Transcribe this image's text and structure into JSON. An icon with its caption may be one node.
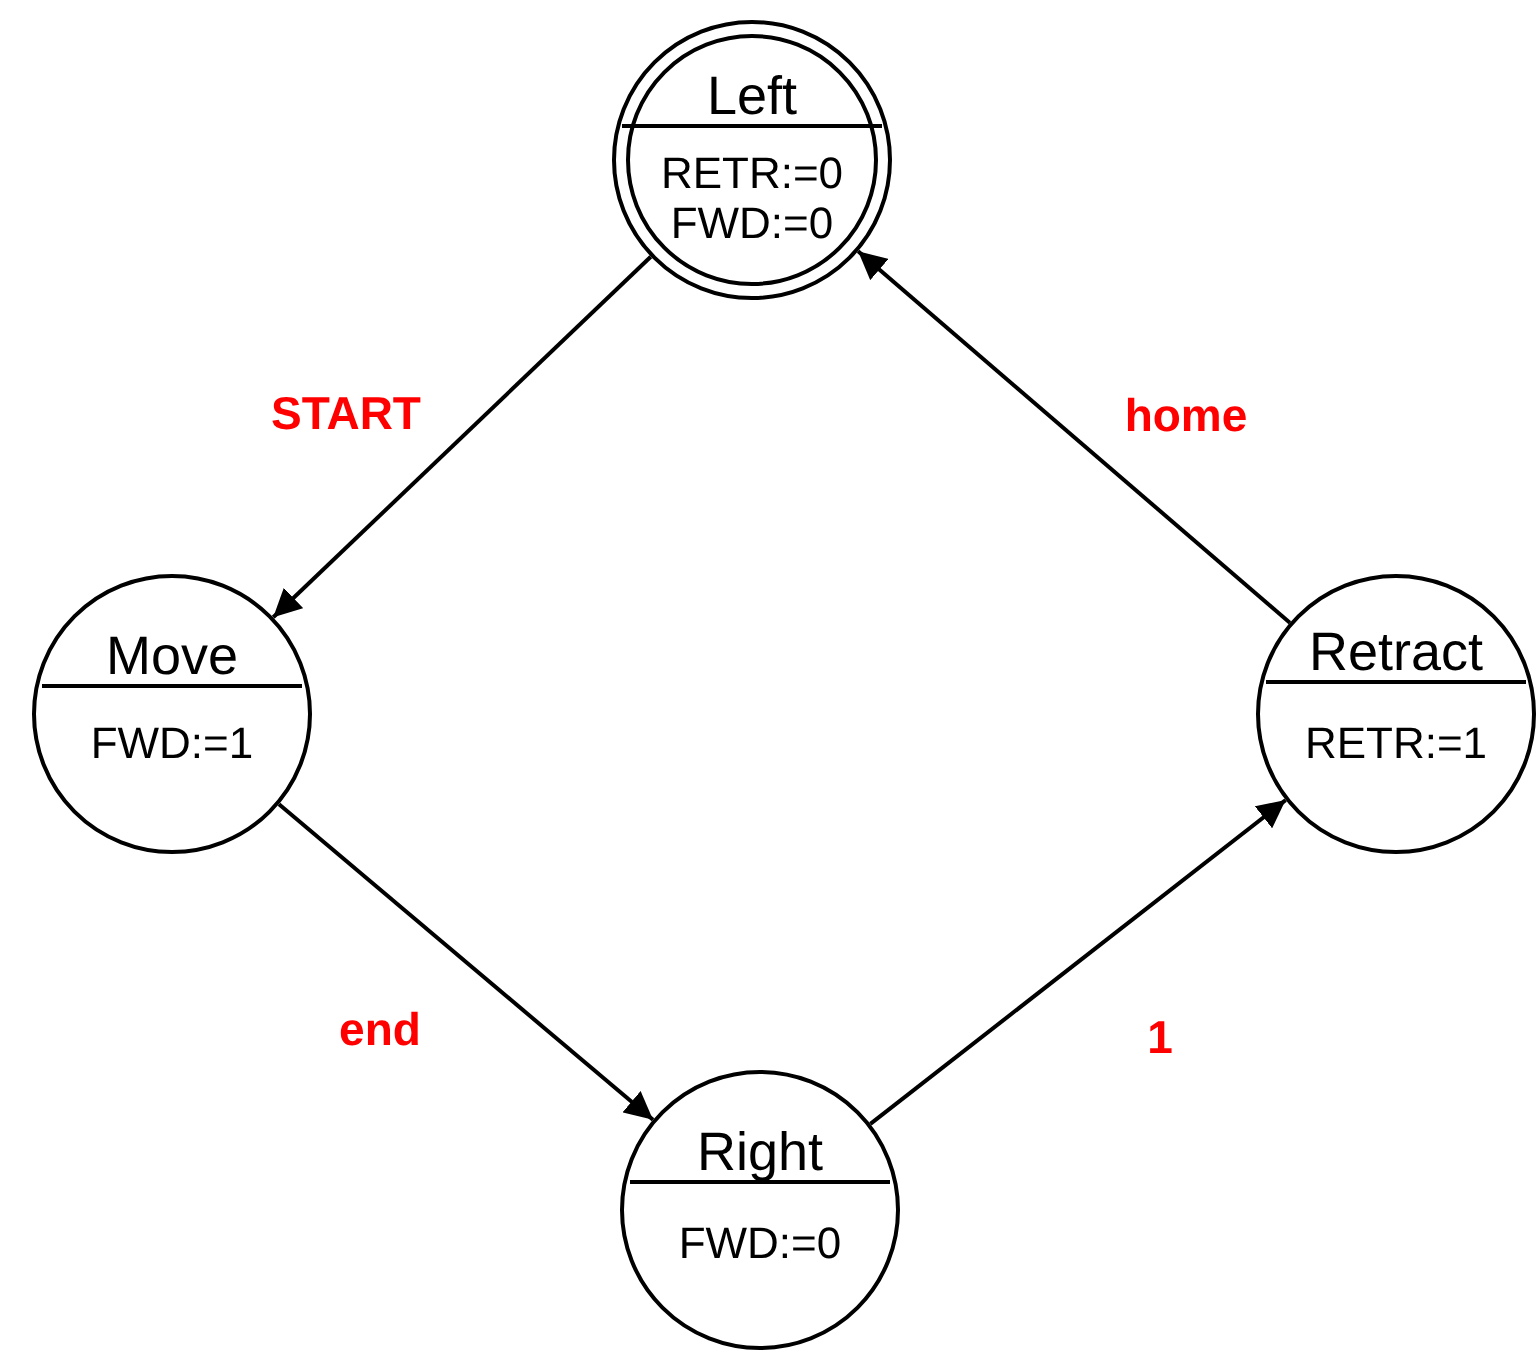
{
  "diagram": {
    "nodes": [
      {
        "text": [
          "Left",
          "RETR:=0",
          "FWD:=0"
        ]
      },
      {
        "text": [
          "Move",
          "FWD:=1"
        ]
      },
      {
        "text": [
          "Right",
          "FWD:=0"
        ]
      },
      {
        "text": [
          "Retract",
          "RETR:=1"
        ]
      }
    ],
    "edges": [
      {
        "from": 0,
        "to": 1,
        "arrow": "to",
        "label": "START"
      },
      {
        "from": 1,
        "to": 2,
        "arrow": "to",
        "label": "end"
      },
      {
        "from": 2,
        "to": 3,
        "arrow": "to",
        "label": "1"
      },
      {
        "from": 3,
        "to": 0,
        "arrow": "to",
        "label": "home"
      }
    ]
  }
}
